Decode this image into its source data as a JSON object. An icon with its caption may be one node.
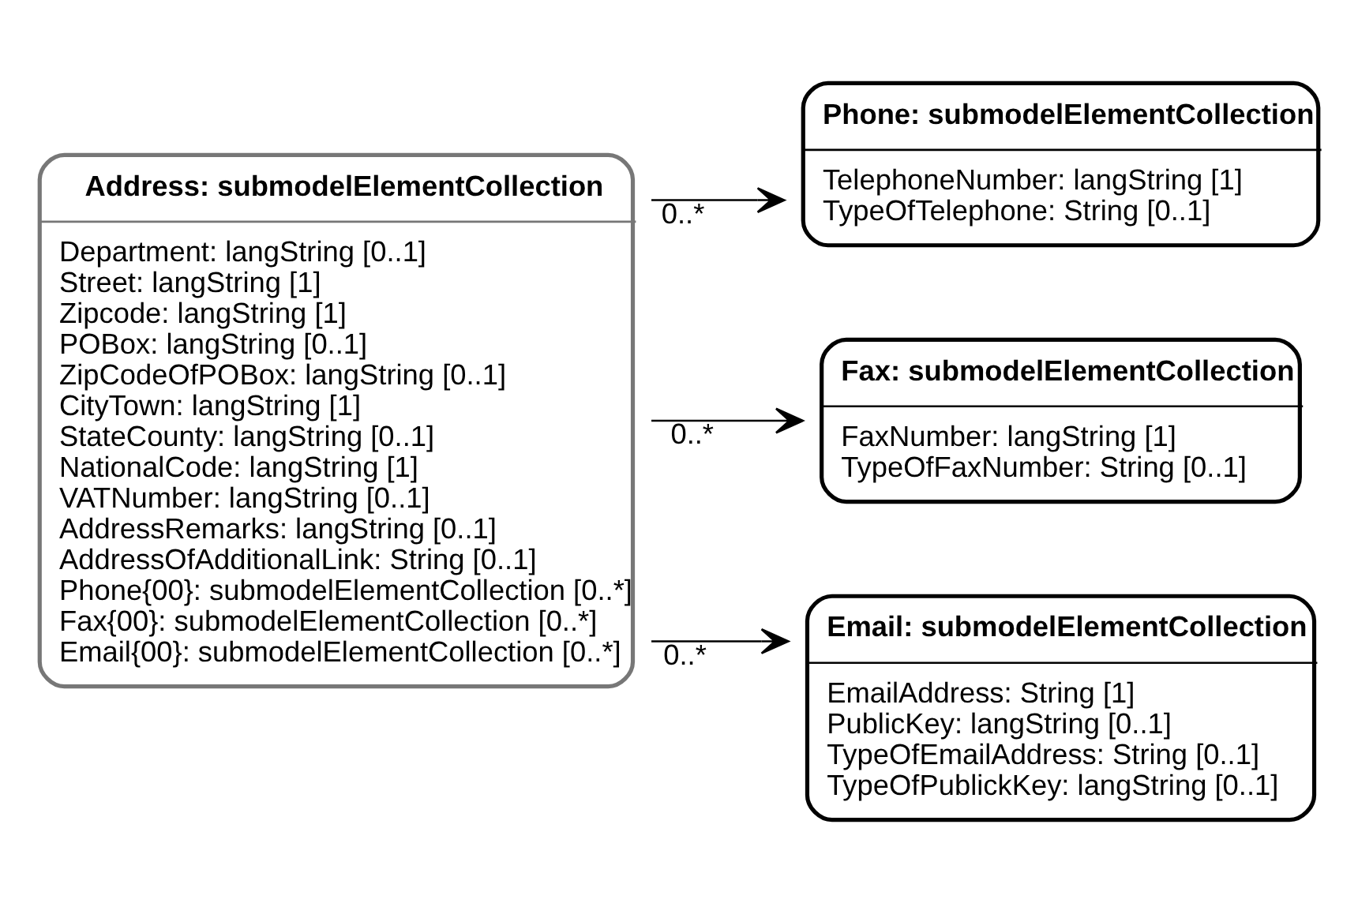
{
  "diagram": {
    "nodes": [
      {
        "text": [
          "Address: submodelElementCollection",
          "Department: langString [0..1]",
          "Street: langString [1]",
          "Zipcode: langString [1]",
          "POBox: langString [0..1]",
          "ZipCodeOfPOBox: langString [0..1]",
          "CityTown: langString [1]",
          "StateCounty: langString [0..1]",
          "NationalCode: langString [1]",
          "VATNumber: langString [0..1]",
          "AddressRemarks: langString [0..1]",
          "AddressOfAdditionalLink: String [0..1]",
          "Phone{00}: submodelElementCollection [0..*]",
          "Fax{00}: submodelElementCollection [0..*]",
          "Email{00}: submodelElementCollection [0..*]"
        ]
      },
      {
        "text": [
          "Phone: submodelElementCollection",
          "TelephoneNumber: langString [1]",
          "TypeOfTelephone: String [0..1]"
        ]
      },
      {
        "text": [
          "Fax: submodelElementCollection",
          "FaxNumber: langString [1]",
          "TypeOfFaxNumber: String [0..1]"
        ]
      },
      {
        "text": [
          "Email: submodelElementCollection",
          "EmailAddress: String [1]",
          "PublicKey: langString [0..1]",
          "TypeOfEmailAddress: String [0..1]",
          "TypeOfPublickKey: langString [0..1]"
        ]
      }
    ],
    "edges": [
      {
        "from": 0,
        "to": 1,
        "arrow": "to",
        "label": "0..*"
      },
      {
        "from": 0,
        "to": 2,
        "arrow": "to",
        "label": "0..*"
      },
      {
        "from": 0,
        "to": 3,
        "arrow": "to",
        "label": "0..*"
      }
    ]
  }
}
